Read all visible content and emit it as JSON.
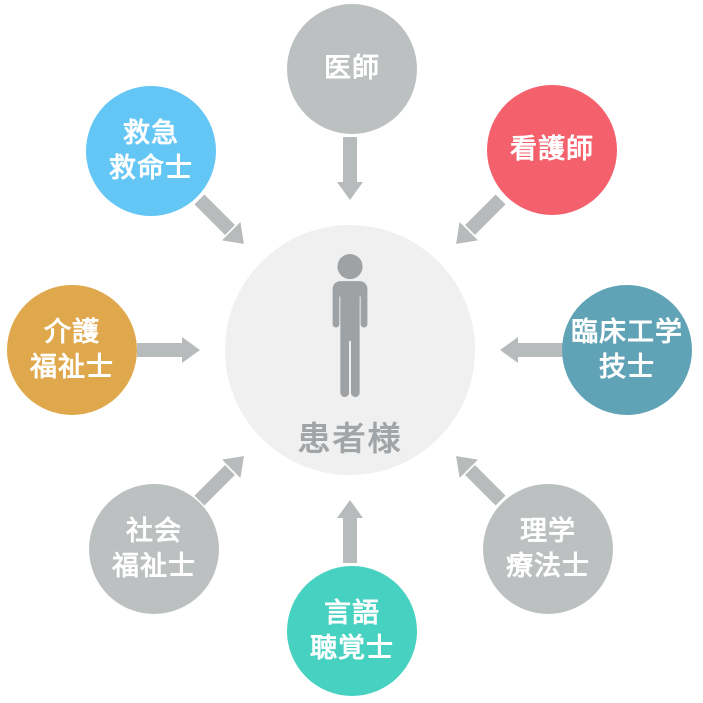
{
  "diagram": {
    "center": {
      "label": "患者様",
      "icon": "person-icon",
      "bg_color": "#f0f0f1",
      "text_color": "#a1a5a7",
      "icon_color": "#9ea2a4"
    },
    "nodes": [
      {
        "id": "doctor",
        "position": "top",
        "lines": [
          "医師"
        ],
        "color": "#bdc0c1"
      },
      {
        "id": "nurse",
        "position": "top-right",
        "lines": [
          "看護師"
        ],
        "color": "#f4606b"
      },
      {
        "id": "clinical-engineer",
        "position": "right",
        "lines": [
          "臨床工学",
          "技士"
        ],
        "color": "#61a3b6"
      },
      {
        "id": "physical-therapist",
        "position": "bottom-right",
        "lines": [
          "理学",
          "療法士"
        ],
        "color": "#bdc0c1"
      },
      {
        "id": "speech-therapist",
        "position": "bottom",
        "lines": [
          "言語",
          "聴覚士"
        ],
        "color": "#47d1c0"
      },
      {
        "id": "social-worker",
        "position": "bottom-left",
        "lines": [
          "社会",
          "福祉士"
        ],
        "color": "#bdc0c1"
      },
      {
        "id": "care-worker",
        "position": "left",
        "lines": [
          "介護",
          "福祉士"
        ],
        "color": "#e0a84d"
      },
      {
        "id": "paramedic",
        "position": "top-left",
        "lines": [
          "救急",
          "救命士"
        ],
        "color": "#63c6f5"
      }
    ],
    "arrow_color": "#b8bbbc",
    "background_color": "#ffffff"
  }
}
